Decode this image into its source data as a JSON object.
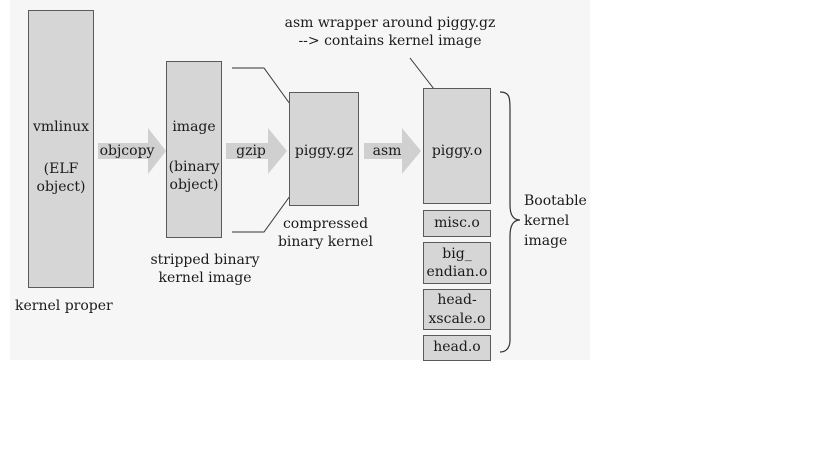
{
  "boxes": {
    "vmlinux": {
      "label": "vmlinux",
      "sub1": "(ELF",
      "sub2": "object)"
    },
    "image": {
      "label": "image",
      "sub1": "(binary",
      "sub2": "object)"
    },
    "piggy_gz": {
      "label": "piggy.gz"
    },
    "piggy_o": {
      "label": "piggy.o"
    },
    "misc_o": {
      "label": "misc.o"
    },
    "big_endian_o": {
      "line1": "big_",
      "line2": "endian.o"
    },
    "head_xscale_o": {
      "line1": "head-",
      "line2": "xscale.o"
    },
    "head_o": {
      "label": "head.o"
    }
  },
  "arrows": {
    "objcopy": "objcopy",
    "gzip": "gzip",
    "asm": "asm"
  },
  "captions": {
    "kernel_proper": "kernel proper",
    "stripped_line1": "stripped binary",
    "stripped_line2": "kernel image",
    "compressed_line1": "compressed",
    "compressed_line2": "binary kernel",
    "wrapper_line1": "asm wrapper around piggy.gz",
    "wrapper_line2": "--> contains kernel image",
    "bootable_line1": "Bootable",
    "bootable_line2": "kernel",
    "bootable_line3": "image"
  },
  "colors": {
    "box_fill": "#d6d6d6",
    "arrow_fill": "#d0d0d0",
    "background_panel": "#f2f2f2"
  }
}
